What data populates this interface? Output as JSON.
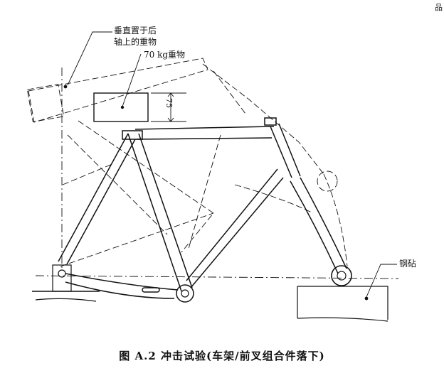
{
  "corner_mark": "品",
  "labels": {
    "vertical_weight_line1": "垂直置于后",
    "vertical_weight_line2": "轴上的重物",
    "weight_70kg": "70 kg重物",
    "anvil": "钢砧"
  },
  "dimension": "75",
  "caption": "图 A.2   冲击试验(车架/前叉组合件落下)",
  "colors": {
    "line": "#111111",
    "paper": "#ffffff"
  }
}
